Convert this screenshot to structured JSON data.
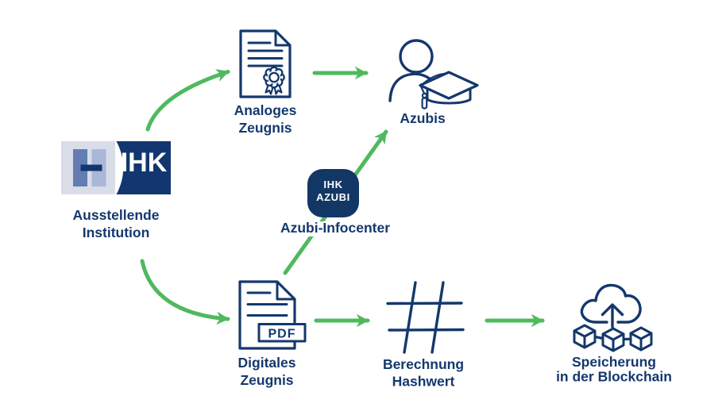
{
  "colors": {
    "navy": "#14386d",
    "green": "#50b95f",
    "app_bg": "#133765",
    "logo_navy": "#12366f",
    "logo_bg": "#d9dde8",
    "logo_bar_left": "#637db3",
    "logo_bar_right": "#a9b8d8"
  },
  "issuer": {
    "logo_text": "IHK",
    "label_line1": "Ausstellende",
    "label_line2": "Institution"
  },
  "analog_certificate": {
    "label_line1": "Analoges",
    "label_line2": "Zeugnis"
  },
  "trainees": {
    "label": "Azubis"
  },
  "app": {
    "icon_line1": "IHK",
    "icon_line2": "AZUBI",
    "label": "Azubi-Infocenter"
  },
  "digital_certificate": {
    "label_line1": "Digitales",
    "label_line2": "Zeugnis",
    "badge": "PDF"
  },
  "hash": {
    "label_line1": "Berechnung",
    "label_line2": "Hashwert"
  },
  "blockchain": {
    "label_line1": "Speicherung",
    "label_line2": "in der Blockchain"
  }
}
